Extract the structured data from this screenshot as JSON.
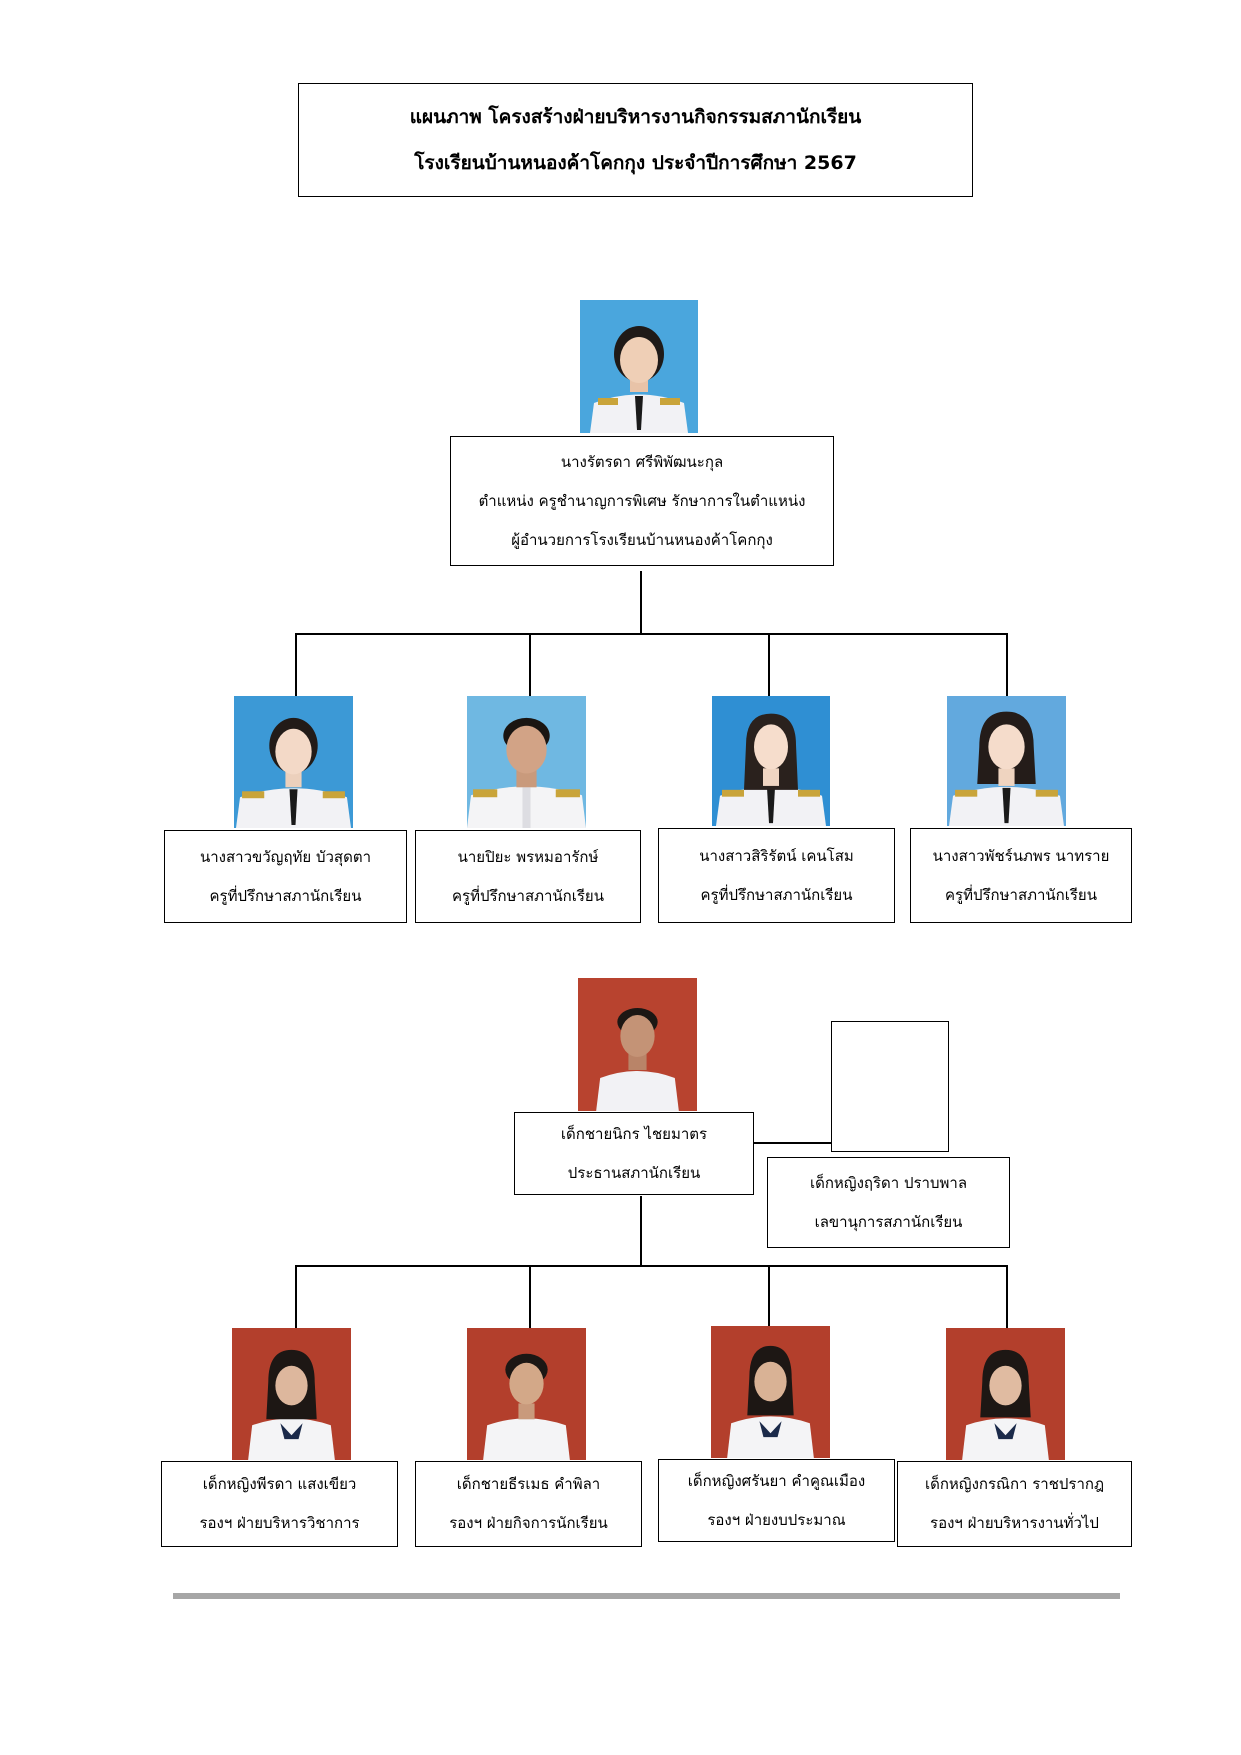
{
  "title": {
    "line1": "แผนภาพ โครงสร้างฝ่ายบริหารงานกิจกรรมสภานักเรียน",
    "line2": "โรงเรียนบ้านหนองค้าโคกกุง ประจำปีการศึกษา 2567"
  },
  "director": {
    "name": "นางรัตรดา  ศรีพิพัฒนะกุล",
    "position1": "ตำแหน่ง ครูชำนาญการพิเศษ รักษาการในตำแหน่ง",
    "position2": "ผู้อำนวยการโรงเรียนบ้านหนองค้าโคกกุง"
  },
  "advisors": [
    {
      "name": "นางสาวขวัญฤทัย บัวสุดตา",
      "role": "ครูที่ปรึกษาสภานักเรียน"
    },
    {
      "name": "นายปิยะ พรหมอารักษ์",
      "role": "ครูที่ปรึกษาสภานักเรียน"
    },
    {
      "name": "นางสาวสิริรัตน์ เคนโสม",
      "role": "ครูที่ปรึกษาสภานักเรียน"
    },
    {
      "name": "นางสาวพัชร์นภพร นาทราย",
      "role": "ครูที่ปรึกษาสภานักเรียน"
    }
  ],
  "president": {
    "name": "เด็กชายนิกร  ไชยมาตร",
    "role": "ประธานสภานักเรียน"
  },
  "secretary": {
    "name": "เด็กหญิงฤริดา  ปราบพาล",
    "role": "เลขานุการสภานักเรียน"
  },
  "vice_presidents": [
    {
      "name": "เด็กหญิงพีรดา  แสงเขียว",
      "role": "รองฯ ฝ่ายบริหารวิชาการ"
    },
    {
      "name": "เด็กชายธีรเมธ  คำพิลา",
      "role": "รองฯ ฝ่ายกิจการนักเรียน"
    },
    {
      "name": "เด็กหญิงศรันยา   คำคูณเมือง",
      "role": "รองฯ ฝ่ายงบประมาณ"
    },
    {
      "name": "เด็กหญิงกรณิกา  ราชปรากฎ",
      "role": "รองฯ ฝ่ายบริหารงานทั่วไป"
    }
  ],
  "colors": {
    "photo_blue_bg": "#3fa0d9",
    "photo_red_bg": "#b8432f",
    "uniform_white": "#f2f2f5",
    "rule_gray": "#a6a6a6"
  }
}
